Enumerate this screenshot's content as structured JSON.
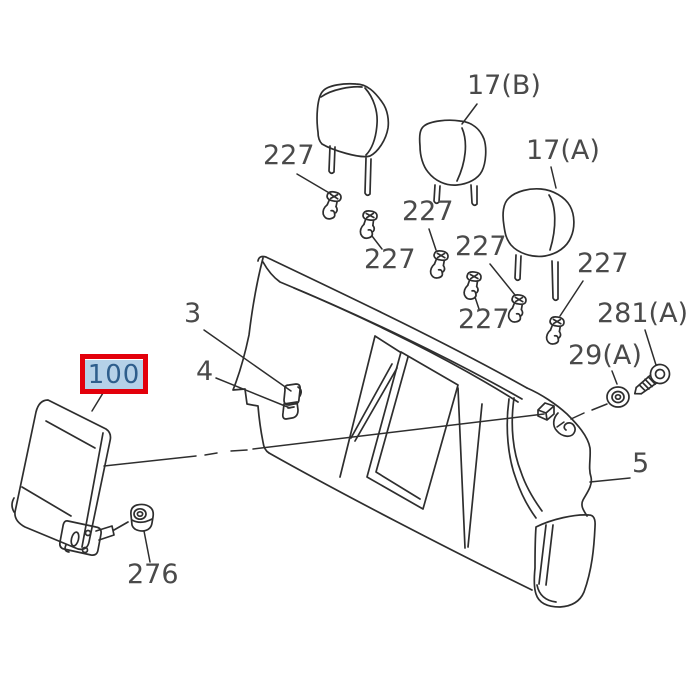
{
  "diagram_title": "rear seat back parts diagram",
  "highlight": {
    "part_number": "100",
    "box_color": "#e3000b",
    "highlight_fill": "#b5d1e8",
    "text_color": "#2e5e8c"
  },
  "labels": {
    "headrest_b": "17(B)",
    "headrest_a": "17(A)",
    "clip1": "227",
    "clip2": "227",
    "clip3": "227",
    "clip4": "227",
    "clip5": "227",
    "clip6": "227",
    "screw": "281(A)",
    "grommet": "29(A)",
    "striker": "3",
    "hook": "4",
    "seat_back": "5",
    "nut": "276"
  },
  "colors": {
    "line_art": "#2e2e2e",
    "label_text": "#4a4a4a",
    "background": "#ffffff"
  }
}
